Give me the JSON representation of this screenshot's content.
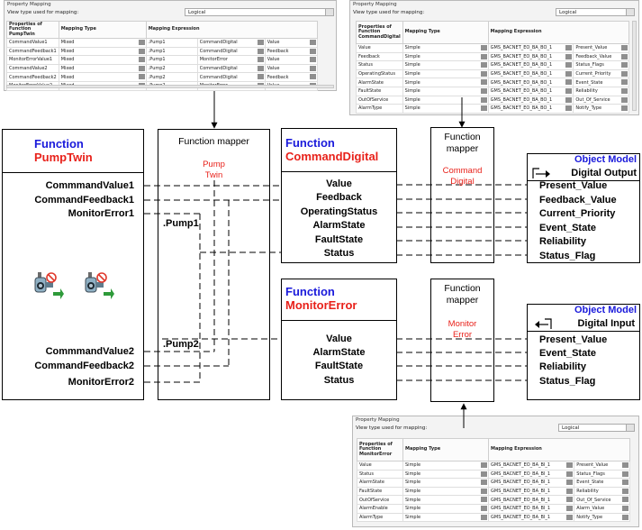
{
  "panel_top_left": {
    "title": "Property Mapping",
    "view_label": "View type used for mapping:",
    "view_value": "Logical",
    "headers": [
      "Properties of Function PumpTwin",
      "Mapping Type",
      "Mapping Expression"
    ],
    "rows": [
      [
        "CommandValue1",
        "Mixed",
        ".Pump1",
        "CommandDigital",
        "Value"
      ],
      [
        "CommandFeedback1",
        "Mixed",
        ".Pump1",
        "CommandDigital",
        "Feedback"
      ],
      [
        "MonitorErrorValue1",
        "Mixed",
        ".Pump1",
        "MonitorError",
        "Value"
      ],
      [
        "CommandValue2",
        "Mixed",
        ".Pump2",
        "CommandDigital",
        "Value"
      ],
      [
        "CommandFeedback2",
        "Mixed",
        ".Pump2",
        "CommandDigital",
        "Feedback"
      ],
      [
        "MonitorErrorValue2",
        "Mixed",
        ".Pump2",
        "MonitorError",
        "Value"
      ]
    ]
  },
  "panel_top_right": {
    "title": "Property Mapping",
    "view_label": "View type used for mapping:",
    "view_value": "Logical",
    "headers": [
      "Properties of Function CommandDigital",
      "Mapping Type",
      "Mapping Expression"
    ],
    "rows": [
      [
        "Value",
        "Simple",
        "GMS_BACNET_EO_BA_BO_1",
        "Present_Value"
      ],
      [
        "Feedback",
        "Simple",
        "GMS_BACNET_EO_BA_BO_1",
        "Feedback_Value"
      ],
      [
        "Status",
        "Simple",
        "GMS_BACNET_EO_BA_BO_1",
        "Status_Flags"
      ],
      [
        "OperatingStatus",
        "Simple",
        "GMS_BACNET_EO_BA_BO_1",
        "Current_Priority"
      ],
      [
        "AlarmState",
        "Simple",
        "GMS_BACNET_EO_BA_BO_1",
        "Event_State"
      ],
      [
        "FaultState",
        "Simple",
        "GMS_BACNET_EO_BA_BO_1",
        "Reliability"
      ],
      [
        "OutOfService",
        "Simple",
        "GMS_BACNET_EO_BA_BO_1",
        "Out_Of_Service"
      ],
      [
        "AlarmType",
        "Simple",
        "GMS_BACNET_EO_BA_BO_1",
        "Notify_Type"
      ]
    ]
  },
  "panel_bottom": {
    "title": "Property Mapping",
    "view_label": "View type used for mapping:",
    "view_value": "Logical",
    "headers": [
      "Properties of Function MonitorError",
      "Mapping Type",
      "Mapping Expression"
    ],
    "rows": [
      [
        "Value",
        "Simple",
        "GMS_BACNET_EO_BA_BI_1",
        "Present_Value"
      ],
      [
        "Status",
        "Simple",
        "GMS_BACNET_EO_BA_BI_1",
        "Status_Flags"
      ],
      [
        "AlarmState",
        "Simple",
        "GMS_BACNET_EO_BA_BI_1",
        "Event_State"
      ],
      [
        "FaultState",
        "Simple",
        "GMS_BACNET_EO_BA_BI_1",
        "Reliability"
      ],
      [
        "OutOfService",
        "Simple",
        "GMS_BACNET_EO_BA_BI_1",
        "Out_Of_Service"
      ],
      [
        "AlarmEnable",
        "Simple",
        "GMS_BACNET_EO_BA_BI_1",
        "Alarm_Value"
      ],
      [
        "AlarmType",
        "Simple",
        "GMS_BACNET_EO_BA_BI_1",
        "Notify_Type"
      ]
    ]
  },
  "pumptwin": {
    "title_line1": "Function",
    "title_line2": "PumpTwin",
    "pins": [
      "CommmandValue1",
      "CommandFeedback1",
      "MonitorError1",
      "CommmandValue2",
      "CommandFeedback2",
      "MonitorError2"
    ]
  },
  "mapper_main": {
    "title": "Function mapper",
    "name_line1": "Pump",
    "name_line2": "Twin",
    "label_pump1": ".Pump1",
    "label_pump2": ".Pump2"
  },
  "command_digital": {
    "title_line1": "Function",
    "title_line2": "CommandDigital",
    "pins": [
      "Value",
      "Feedback",
      "OperatingStatus",
      "AlarmState",
      "FaultState",
      "Status"
    ]
  },
  "monitor_error": {
    "title_line1": "Function",
    "title_line2": "MonitorError",
    "pins": [
      "Value",
      "AlarmState",
      "FaultState",
      "Status"
    ]
  },
  "mapper_command": {
    "title_line1": "Function",
    "title_line2": "mapper",
    "name_line1": "Command",
    "name_line2": "Digital"
  },
  "mapper_monitor": {
    "title_line1": "Function",
    "title_line2": "mapper",
    "name_line1": "Monitor",
    "name_line2": "Error"
  },
  "object_digital_output": {
    "title": "Object Model",
    "subtitle": "Digital Output",
    "pins": [
      "Present_Value",
      "Feedback_Value",
      "Current_Priority",
      "Event_State",
      "Reliability",
      "Status_Flag"
    ]
  },
  "object_digital_input": {
    "title": "Object Model",
    "subtitle": "Digital Input",
    "pins": [
      "Present_Value",
      "Event_State",
      "Reliability",
      "Status_Flag"
    ]
  },
  "colors": {
    "function_label": "#1a1adb",
    "function_name": "#e8211a",
    "line": "#000000"
  }
}
